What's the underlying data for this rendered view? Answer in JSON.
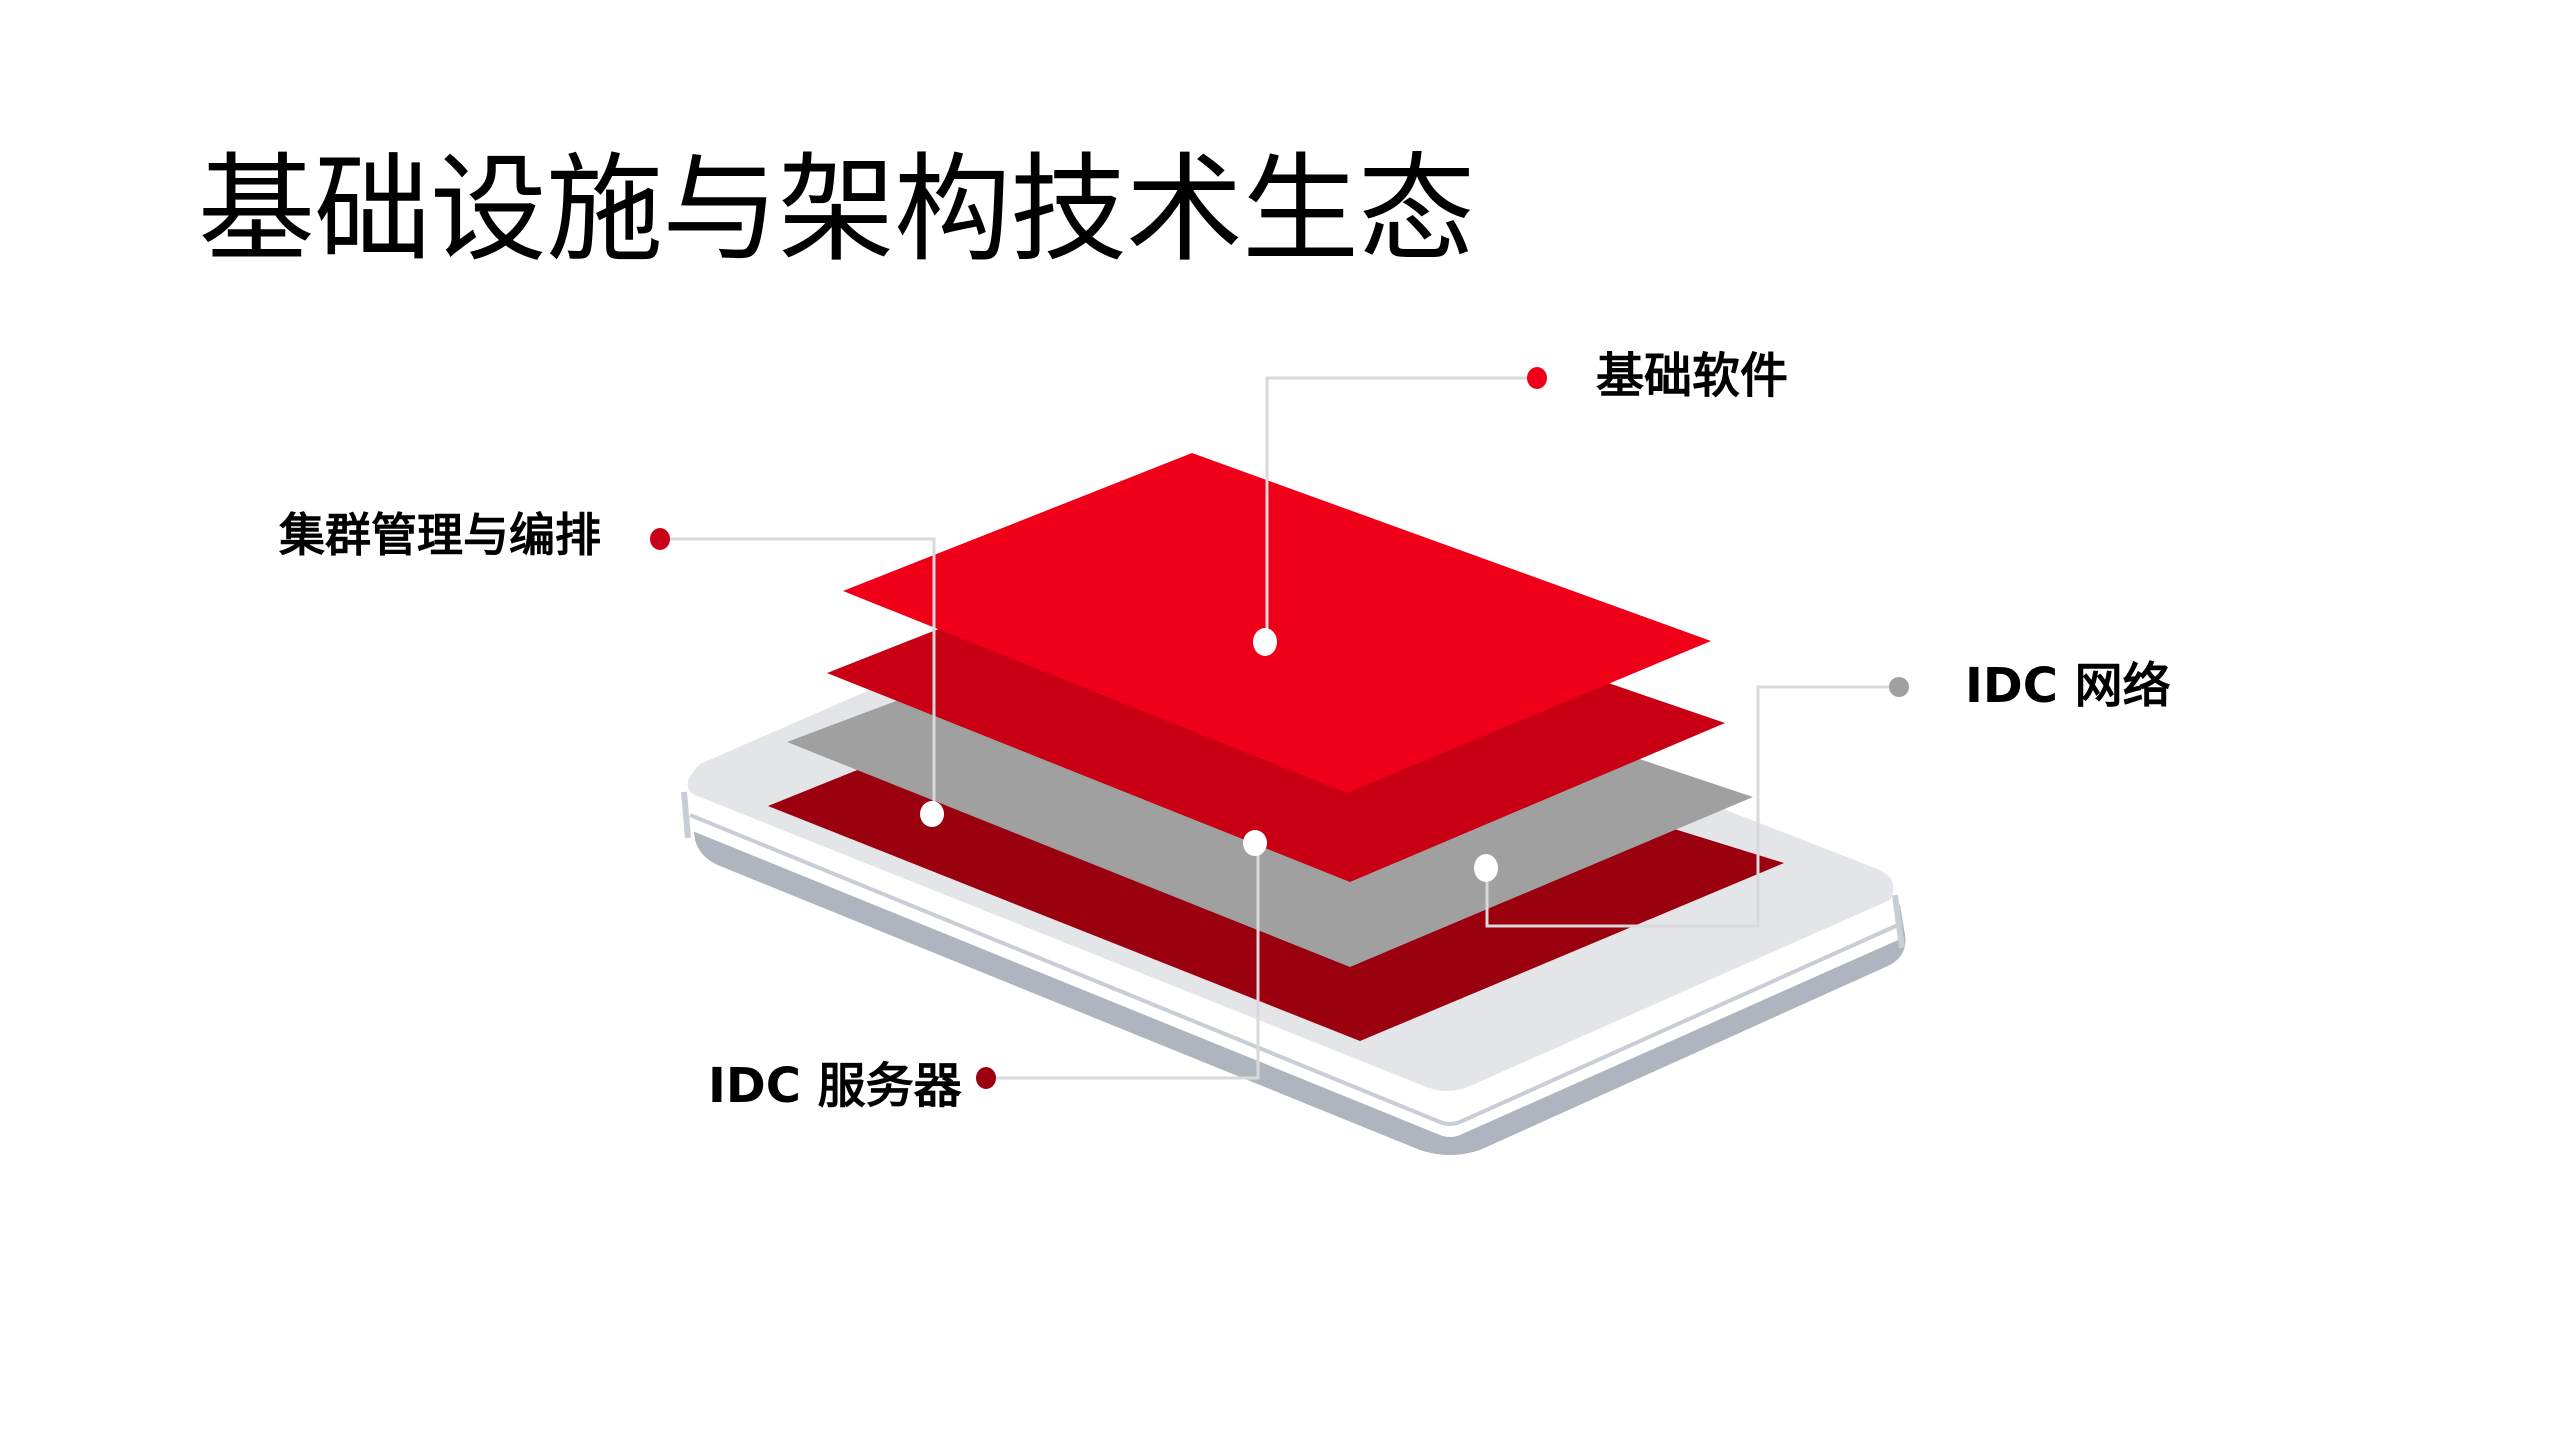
{
  "title": "基础设施与架构技术生态",
  "colors": {
    "layer_software": "#f00018",
    "layer_cluster": "#c90013",
    "layer_network": "#a0a0a0",
    "layer_server": "#9b000f",
    "device_face": "#e4e5e9",
    "device_edge": "#aeb5bf",
    "leader_line": "#d9d9dc",
    "anchor_dot": "#ffffff"
  },
  "layers": [
    {
      "id": "software",
      "label": "基础软件",
      "dot_color": "#f00018"
    },
    {
      "id": "cluster",
      "label": "集群管理与编排",
      "dot_color": "#c8001a"
    },
    {
      "id": "network",
      "label": "IDC 网络",
      "dot_color": "#a0a0a0"
    },
    {
      "id": "server",
      "label": "IDC 服务器",
      "dot_color": "#9b0010"
    }
  ]
}
